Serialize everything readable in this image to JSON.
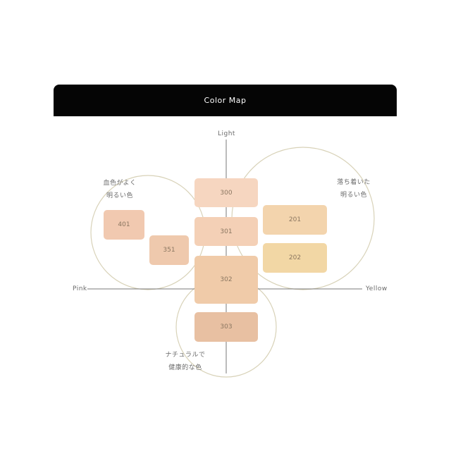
{
  "header": {
    "title": "Color Map"
  },
  "axes": {
    "top": "Light",
    "left": "Pink",
    "right": "Yellow"
  },
  "groups": {
    "pink_bright": {
      "line1": "血色がよく",
      "line2": "明るい色"
    },
    "yellow_calm": {
      "line1": "落ち着いた",
      "line2": "明るい色"
    },
    "natural": {
      "line1": "ナチュラルで",
      "line2": "健康的な色"
    }
  },
  "swatches": [
    {
      "code": "300",
      "color": "#f6d6c0"
    },
    {
      "code": "301",
      "color": "#f4d0b6"
    },
    {
      "code": "302",
      "color": "#f0cba9"
    },
    {
      "code": "303",
      "color": "#e8c0a2"
    },
    {
      "code": "401",
      "color": "#f1c9b0"
    },
    {
      "code": "351",
      "color": "#efc9ad"
    },
    {
      "code": "201",
      "color": "#f3d4ad"
    },
    {
      "code": "202",
      "color": "#f2d7a5"
    }
  ],
  "colors": {
    "header_bg": "#050505",
    "circle_stroke": "#d8d2b8",
    "axis_stroke": "#7a7a7a"
  }
}
